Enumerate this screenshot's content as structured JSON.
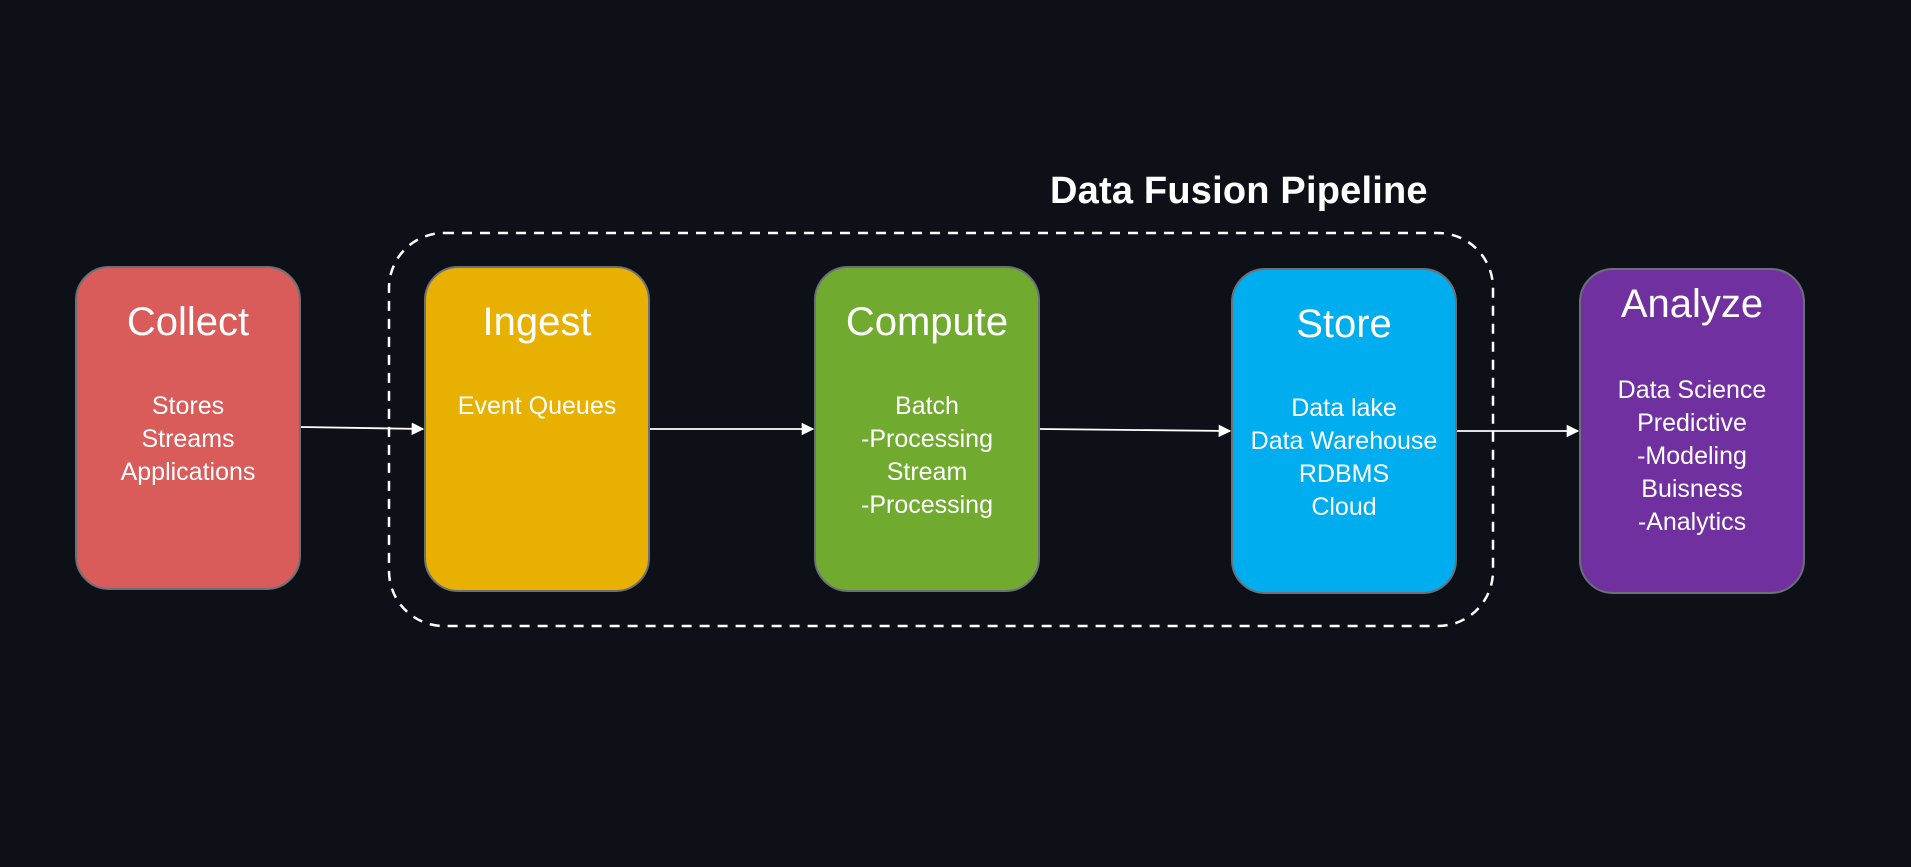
{
  "diagram": {
    "group_title": "Data Fusion Pipeline",
    "stages": [
      {
        "id": "collect",
        "title": "Collect",
        "items": [
          "Stores",
          "Streams",
          "Applications"
        ],
        "color": "#d95b5a"
      },
      {
        "id": "ingest",
        "title": "Ingest",
        "items": [
          "Event Queues"
        ],
        "color": "#e8b000"
      },
      {
        "id": "compute",
        "title": "Compute",
        "items": [
          "Batch",
          "-Processing",
          "Stream",
          "-Processing"
        ],
        "color": "#70ab30"
      },
      {
        "id": "store",
        "title": "Store",
        "items": [
          "Data lake",
          "Data Warehouse",
          "RDBMS",
          "Cloud"
        ],
        "color": "#00aeef"
      },
      {
        "id": "analyze",
        "title": "Analyze",
        "items": [
          "Data Science",
          "Predictive",
          "-Modeling",
          "Buisness",
          "-Analytics"
        ],
        "color": "#7030a0"
      }
    ],
    "background_color": "#0d1017",
    "connector_color": "#ffffff"
  }
}
